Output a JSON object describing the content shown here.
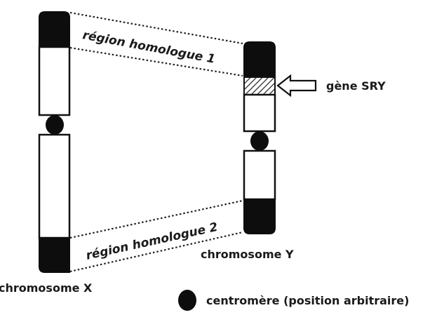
{
  "diagram": {
    "chromosome_x": {
      "label": "chromosome X",
      "segments": [
        "homologous-region-1",
        "euchromatin",
        "centromere",
        "euchromatin",
        "homologous-region-2"
      ]
    },
    "chromosome_y": {
      "label": "chromosome Y",
      "segments": [
        "homologous-region-1",
        "sry-gene",
        "euchromatin",
        "centromere",
        "euchromatin",
        "homologous-region-2"
      ]
    },
    "region_1_label": "région homologue 1",
    "region_2_label": "région homologue 2",
    "sry_label": "gène SRY",
    "legend": {
      "centromere_label": "centromère (position arbitraire)"
    },
    "colors": {
      "dark": "#0d0d0d",
      "light": "#ffffff",
      "text": "#1a1a1a"
    }
  }
}
